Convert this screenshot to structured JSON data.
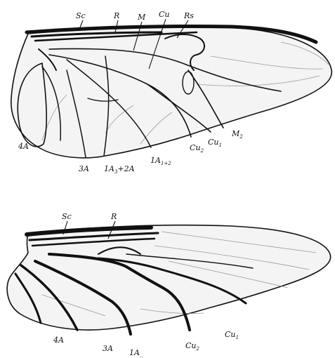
{
  "top_wing": {
    "labels": {
      "sc": "Sc",
      "r": "R",
      "m": "M",
      "cu": "Cu",
      "rs": "Rs",
      "a4": "4A",
      "a3": "3A",
      "a1_2a_main": "1A",
      "a1_2a_sub": "3",
      "a1_2a_tail": "+2A",
      "a1_12_main": "1A",
      "a1_12_sub": "1+2",
      "cu2_main": "Cu",
      "cu2_sub": "2",
      "cu1_main": "Cu",
      "cu1_sub": "1",
      "m2_main": "M",
      "m2_sub": "2"
    }
  },
  "bottom_wing": {
    "labels": {
      "sc": "Sc",
      "r": "R",
      "a4": "4A",
      "a3": "3A",
      "a1_main": "1A",
      "a1_sub": "..",
      "cu2_main": "Cu",
      "cu2_sub": "2",
      "cu1_main": "Cu",
      "cu1_sub": "1"
    }
  }
}
